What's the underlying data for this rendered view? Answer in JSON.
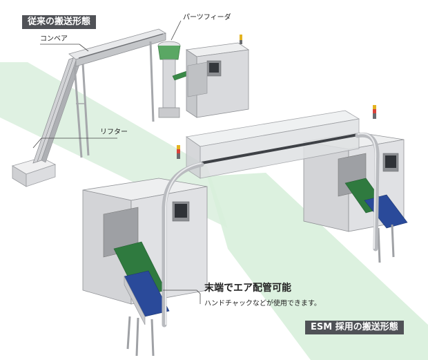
{
  "labels": {
    "conventional_title": "従来の搬送形態",
    "conveyor": "コンベア",
    "parts_feeder": "パーツフィーダ",
    "lifter": "リフター",
    "callout_title": "末端でエア配管可能",
    "callout_sub": "ハンドチャックなどが使用できます。",
    "esm_title": "ESM 採用の搬送形態"
  },
  "colors": {
    "floor_band": "#d9efdc",
    "machine_body": "#e3e4e6",
    "machine_shadow": "#b9bbbf",
    "conveyor_belt": "#2f7a3f",
    "blue_conveyor": "#2a4a9a",
    "feeder_green": "#4caf50",
    "label_bg": "#505257"
  }
}
